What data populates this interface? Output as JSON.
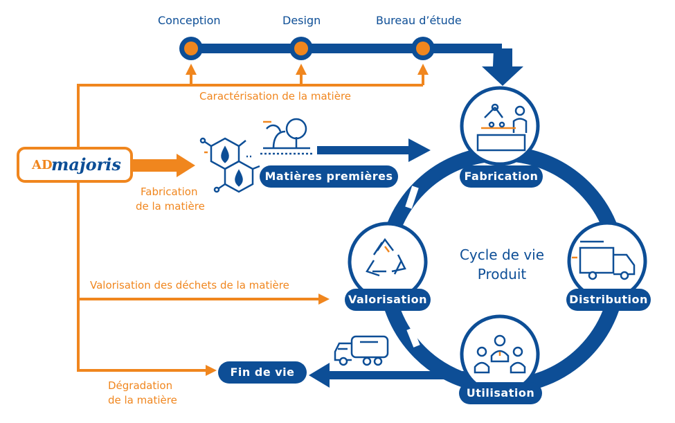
{
  "top_steps": [
    "Conception",
    "Design",
    "Bureau d’étude"
  ],
  "caracterisation": "Caractérisation de la matière",
  "fabrication_matiere": [
    "Fabrication",
    "de la matière"
  ],
  "valorisation_dechets": "Valorisation des déchets de la matière",
  "degradation": [
    "Dégradation",
    "de la matière"
  ],
  "logo": {
    "mark": "AD",
    "text": "majoris"
  },
  "matieres_premieres": "Matières premières",
  "cycle_title": [
    "Cycle de vie",
    "Produit"
  ],
  "stages": {
    "fabrication": "Fabrication",
    "distribution": "Distribution",
    "utilisation": "Utilisation",
    "valorisation": "Valorisation"
  },
  "fin_de_vie": "Fin de vie",
  "colors": {
    "blue": "#0d4e96",
    "orange": "#f0861e"
  },
  "icons": [
    "factory-robot-icon",
    "truck-icon",
    "people-group-icon",
    "recycle-icon",
    "molecule-icon",
    "plant-tree-icon",
    "garbage-truck-icon"
  ]
}
